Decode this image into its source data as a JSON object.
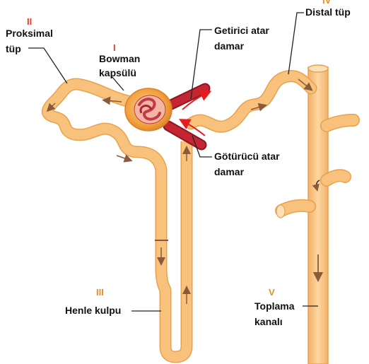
{
  "colors": {
    "tubule": "#f9c27c",
    "tubule_edge": "#e8a24e",
    "arrow": "#8a5a3a",
    "vessel": "#b5202c",
    "vessel_arrow": "#e81c1c",
    "capsule": "#f6a040",
    "glomerulus": "#c23a44"
  },
  "labels": {
    "proximal_num": "II",
    "proximal": [
      "Proksimal",
      "tüp"
    ],
    "bowman_num": "I",
    "bowman": [
      "Bowman",
      "kapsülü"
    ],
    "afferent": [
      "Getirici atar",
      "damar"
    ],
    "efferent": [
      "Götürücü atar",
      "damar"
    ],
    "distal_num": "IV",
    "distal": "Distal tüp",
    "henle_num": "III",
    "henle": "Henle kulpu",
    "collecting_num": "V",
    "collecting": [
      "Toplama",
      "kanalı"
    ]
  },
  "icons": [
    "flow-arrow-icon",
    "blood-flow-arrow-icon"
  ]
}
